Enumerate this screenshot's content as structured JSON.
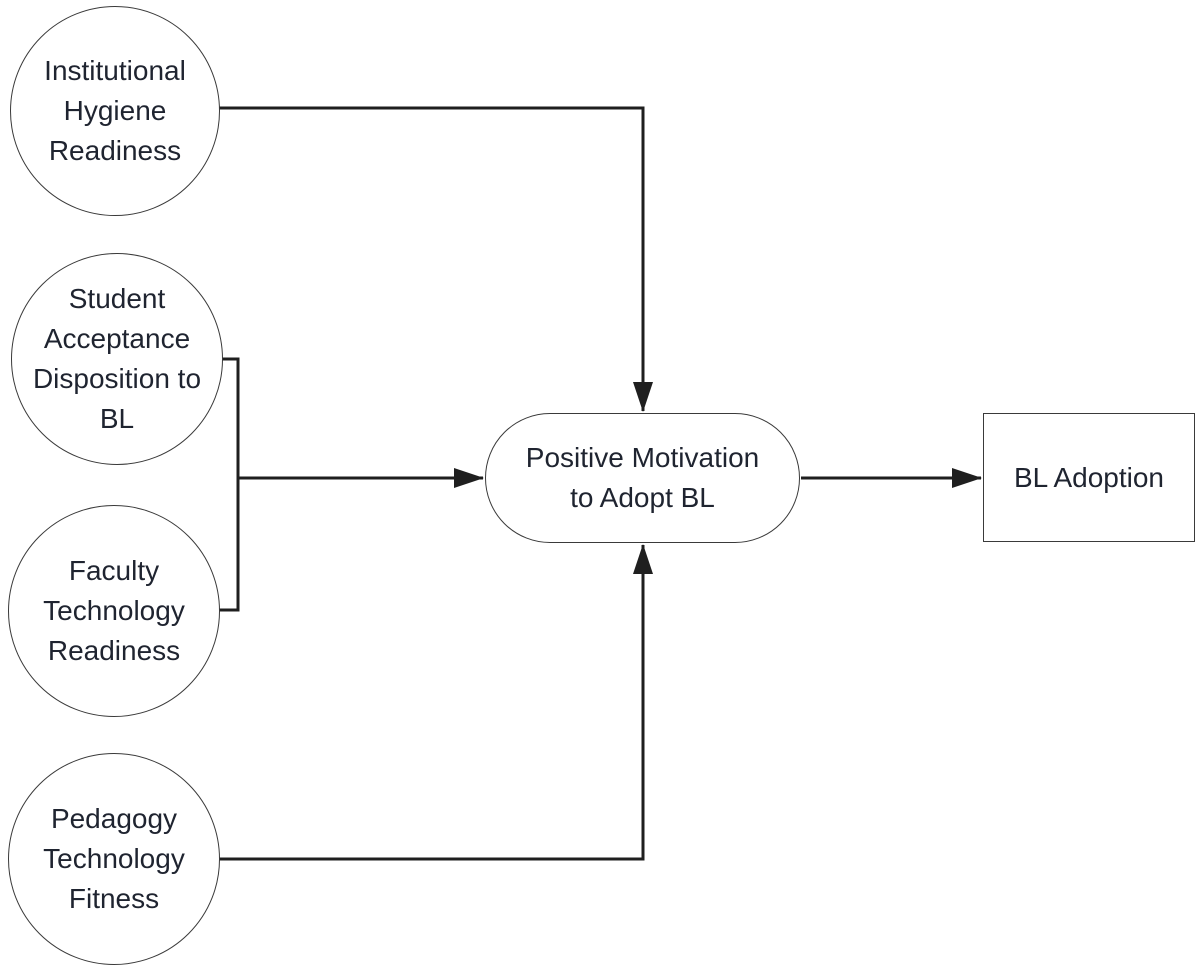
{
  "diagram": {
    "type": "flow-model",
    "background": "#ffffff",
    "colors": {
      "line": "#1f1f1f",
      "shape_border": "#3a3a3a",
      "text": "#1f2430",
      "shape_fill": "#ffffff"
    },
    "nodes": {
      "institutional_hygiene_readiness": {
        "label": "Institutional\nHygiene\nReadiness",
        "shape": "circle"
      },
      "student_acceptance_disposition": {
        "label": "Student\nAcceptance\nDisposition to\nBL",
        "shape": "circle"
      },
      "faculty_technology_readiness": {
        "label": "Faculty\nTechnology\nReadiness",
        "shape": "circle"
      },
      "pedagogy_technology_fitness": {
        "label": "Pedagogy\nTechnology\nFitness",
        "shape": "circle"
      },
      "positive_motivation": {
        "label": "Positive Motivation\nto Adopt BL",
        "shape": "stadium"
      },
      "bl_adoption": {
        "label": "BL Adoption",
        "shape": "rectangle"
      }
    },
    "edges": [
      {
        "from": "institutional_hygiene_readiness",
        "to": "positive_motivation",
        "style": "elbow",
        "arrowhead": "into-top"
      },
      {
        "from": "student_acceptance_disposition",
        "to": "positive_motivation",
        "style": "bracket-merge",
        "merged_with": "faculty_technology_readiness",
        "arrowhead": "into-left"
      },
      {
        "from": "faculty_technology_readiness",
        "to": "positive_motivation",
        "style": "bracket-merge",
        "merged_with": "student_acceptance_disposition",
        "arrowhead": "into-left"
      },
      {
        "from": "pedagogy_technology_fitness",
        "to": "positive_motivation",
        "style": "elbow",
        "arrowhead": "into-bottom"
      },
      {
        "from": "positive_motivation",
        "to": "bl_adoption",
        "style": "straight",
        "arrowhead": "into-left"
      }
    ]
  }
}
